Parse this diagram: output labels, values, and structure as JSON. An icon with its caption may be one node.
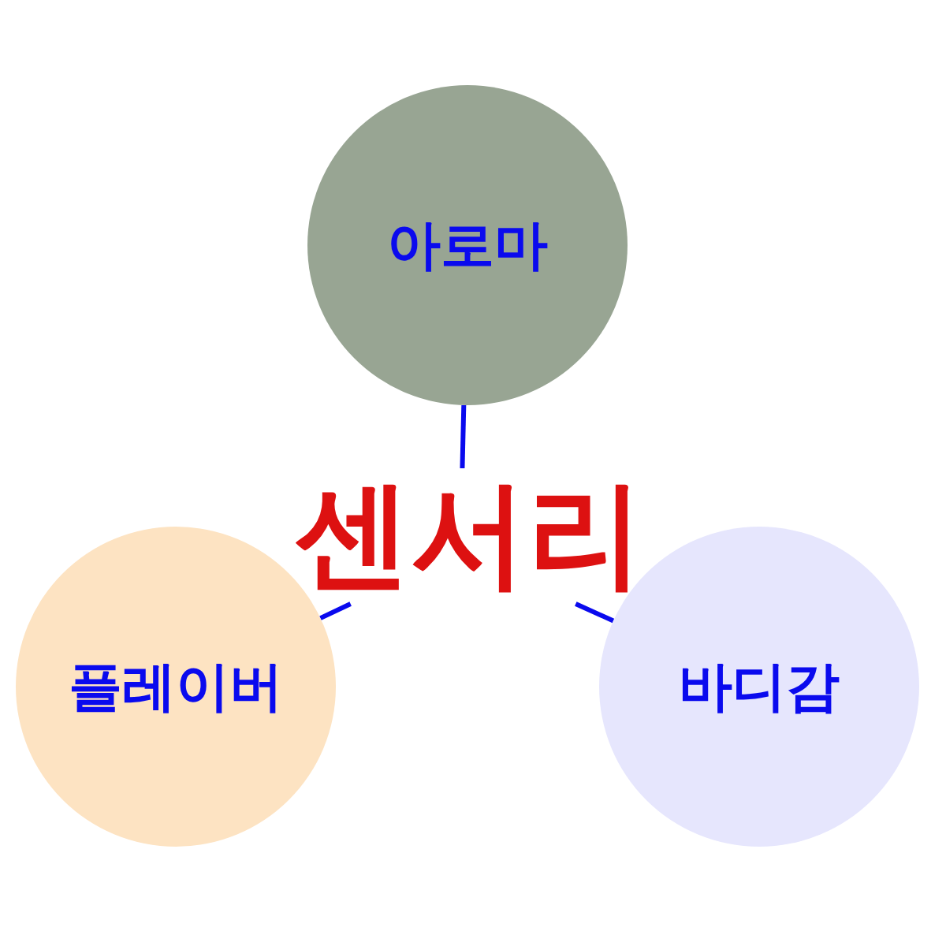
{
  "diagram": {
    "nodes": [
      {
        "text": [
          "아로마"
        ]
      },
      {
        "text": [
          "센서리"
        ]
      },
      {
        "text": [
          "플레이버"
        ]
      },
      {
        "text": [
          "바디감"
        ]
      }
    ],
    "edges": [
      {
        "from": 1,
        "to": 0,
        "arrow": "none"
      },
      {
        "from": 1,
        "to": 2,
        "arrow": "none"
      },
      {
        "from": 1,
        "to": 3,
        "arrow": "none"
      }
    ]
  }
}
